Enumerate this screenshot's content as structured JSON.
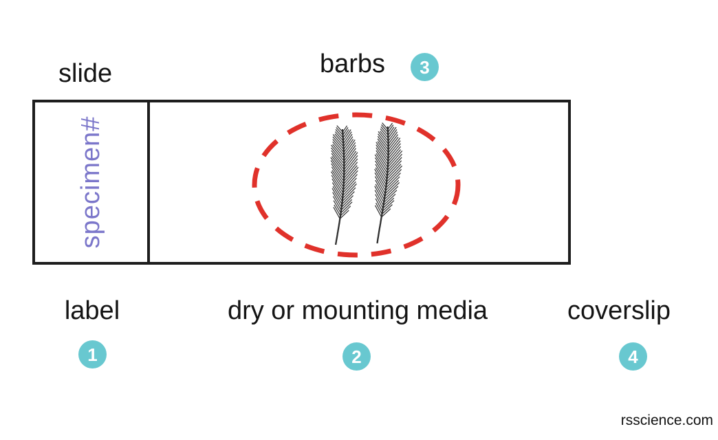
{
  "labels": {
    "slide": "slide",
    "specimen": "specimen#"
  },
  "annotations": [
    {
      "step": "1",
      "label": "label"
    },
    {
      "step": "2",
      "label": "dry or mounting media"
    },
    {
      "step": "3",
      "label": "barbs"
    },
    {
      "step": "4",
      "label": "coverslip"
    }
  ],
  "watermark": "rsscience.com",
  "illustration": {
    "name": "feather-barbs",
    "count": 2,
    "outline": "red-dashed-ellipse"
  },
  "colors": {
    "step_badge": "#68c8d0",
    "specimen_text": "#7b76ca",
    "media_outline": "#e0312a",
    "ink": "#1d1d1d"
  }
}
